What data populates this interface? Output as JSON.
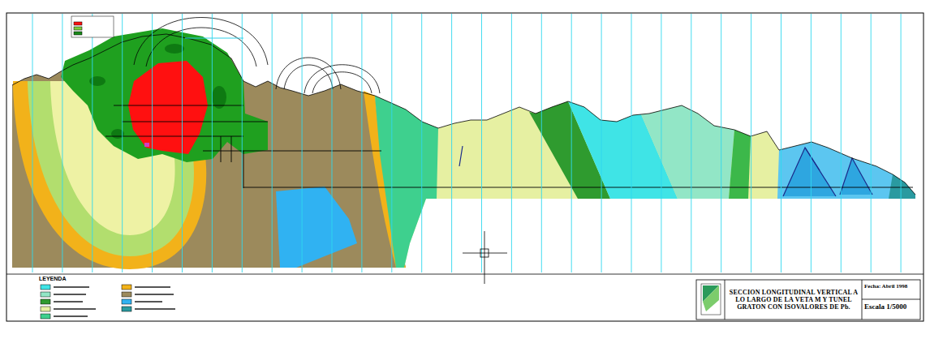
{
  "diagram": {
    "nodes": [
      {
        "text": [
          "SECCION LONGITUDINAL VERTICAL A LO LARGO DE LA VETA M Y TUNEL GRATON CON ISOVALORES DE Pb.",
          "Fecha: Abril 1998",
          "Escala 1/5000"
        ]
      }
    ],
    "labels": [
      "LEYENDA"
    ]
  }
}
